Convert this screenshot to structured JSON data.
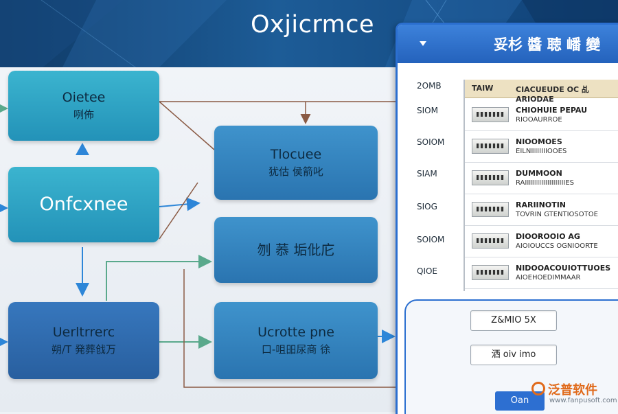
{
  "header": {
    "title": "Oxjicrmce"
  },
  "flow": {
    "boxes": [
      {
        "line1": "Oietee",
        "line2": "咧佈"
      },
      {
        "line1": "Onfcxnee",
        "line2": ""
      },
      {
        "line1": "Uerltrrerc",
        "line2": "朔/T 発葬戗万"
      },
      {
        "line1": "Tlocuee",
        "line2": "犹估 侯箭叱"
      },
      {
        "line1": "刎 菾 垢仳庀",
        "line2": ""
      },
      {
        "line1": "Ucrotte pne",
        "line2": "口-咀昍尿商 徐"
      }
    ]
  },
  "panel": {
    "title": "妥杉 醬 聴 嶓 變",
    "row_labels": [
      "2OMB",
      "SIOM",
      "SOIOM",
      "SIAM",
      "SIOG",
      "SOIOM",
      "QIOE"
    ],
    "table": {
      "headers": [
        "TAIW",
        "CIACUEUDE OC 乩 ARIODAE"
      ],
      "rows": [
        {
          "line1": "CHIOHUIE PEPAU",
          "line2": "RIOOAURROE"
        },
        {
          "line1": "NIOOMOES",
          "line2": "EILNIIIIIIIIOOES"
        },
        {
          "line1": "DUMMOON",
          "line2": "RAIIIIIIIIIIIIIIIIIIIIES"
        },
        {
          "line1": "RARIINOTIN",
          "line2": "TOVRIN GTENTIOSOTOE"
        },
        {
          "line1": "DIOOROOIO AG",
          "line2": "AIOIOUCCS OGNIOORTE"
        },
        {
          "line1": "NIDOOACOUIOTTUOES",
          "line2": "AIOEHOEDIMMAAR"
        }
      ]
    },
    "form": {
      "field1": "Z&MIO 5X",
      "field2": "洒 oiv imo",
      "submit": "Oan"
    }
  },
  "watermark": {
    "brand": "泛普软件",
    "url": "www.fanpusoft.com"
  },
  "colors": {
    "banner": "#1d5c97",
    "teal": "#2aa5c6",
    "blue": "#2f7fbf",
    "accent": "#2b6fd0",
    "watermark": "#e06a1b"
  }
}
